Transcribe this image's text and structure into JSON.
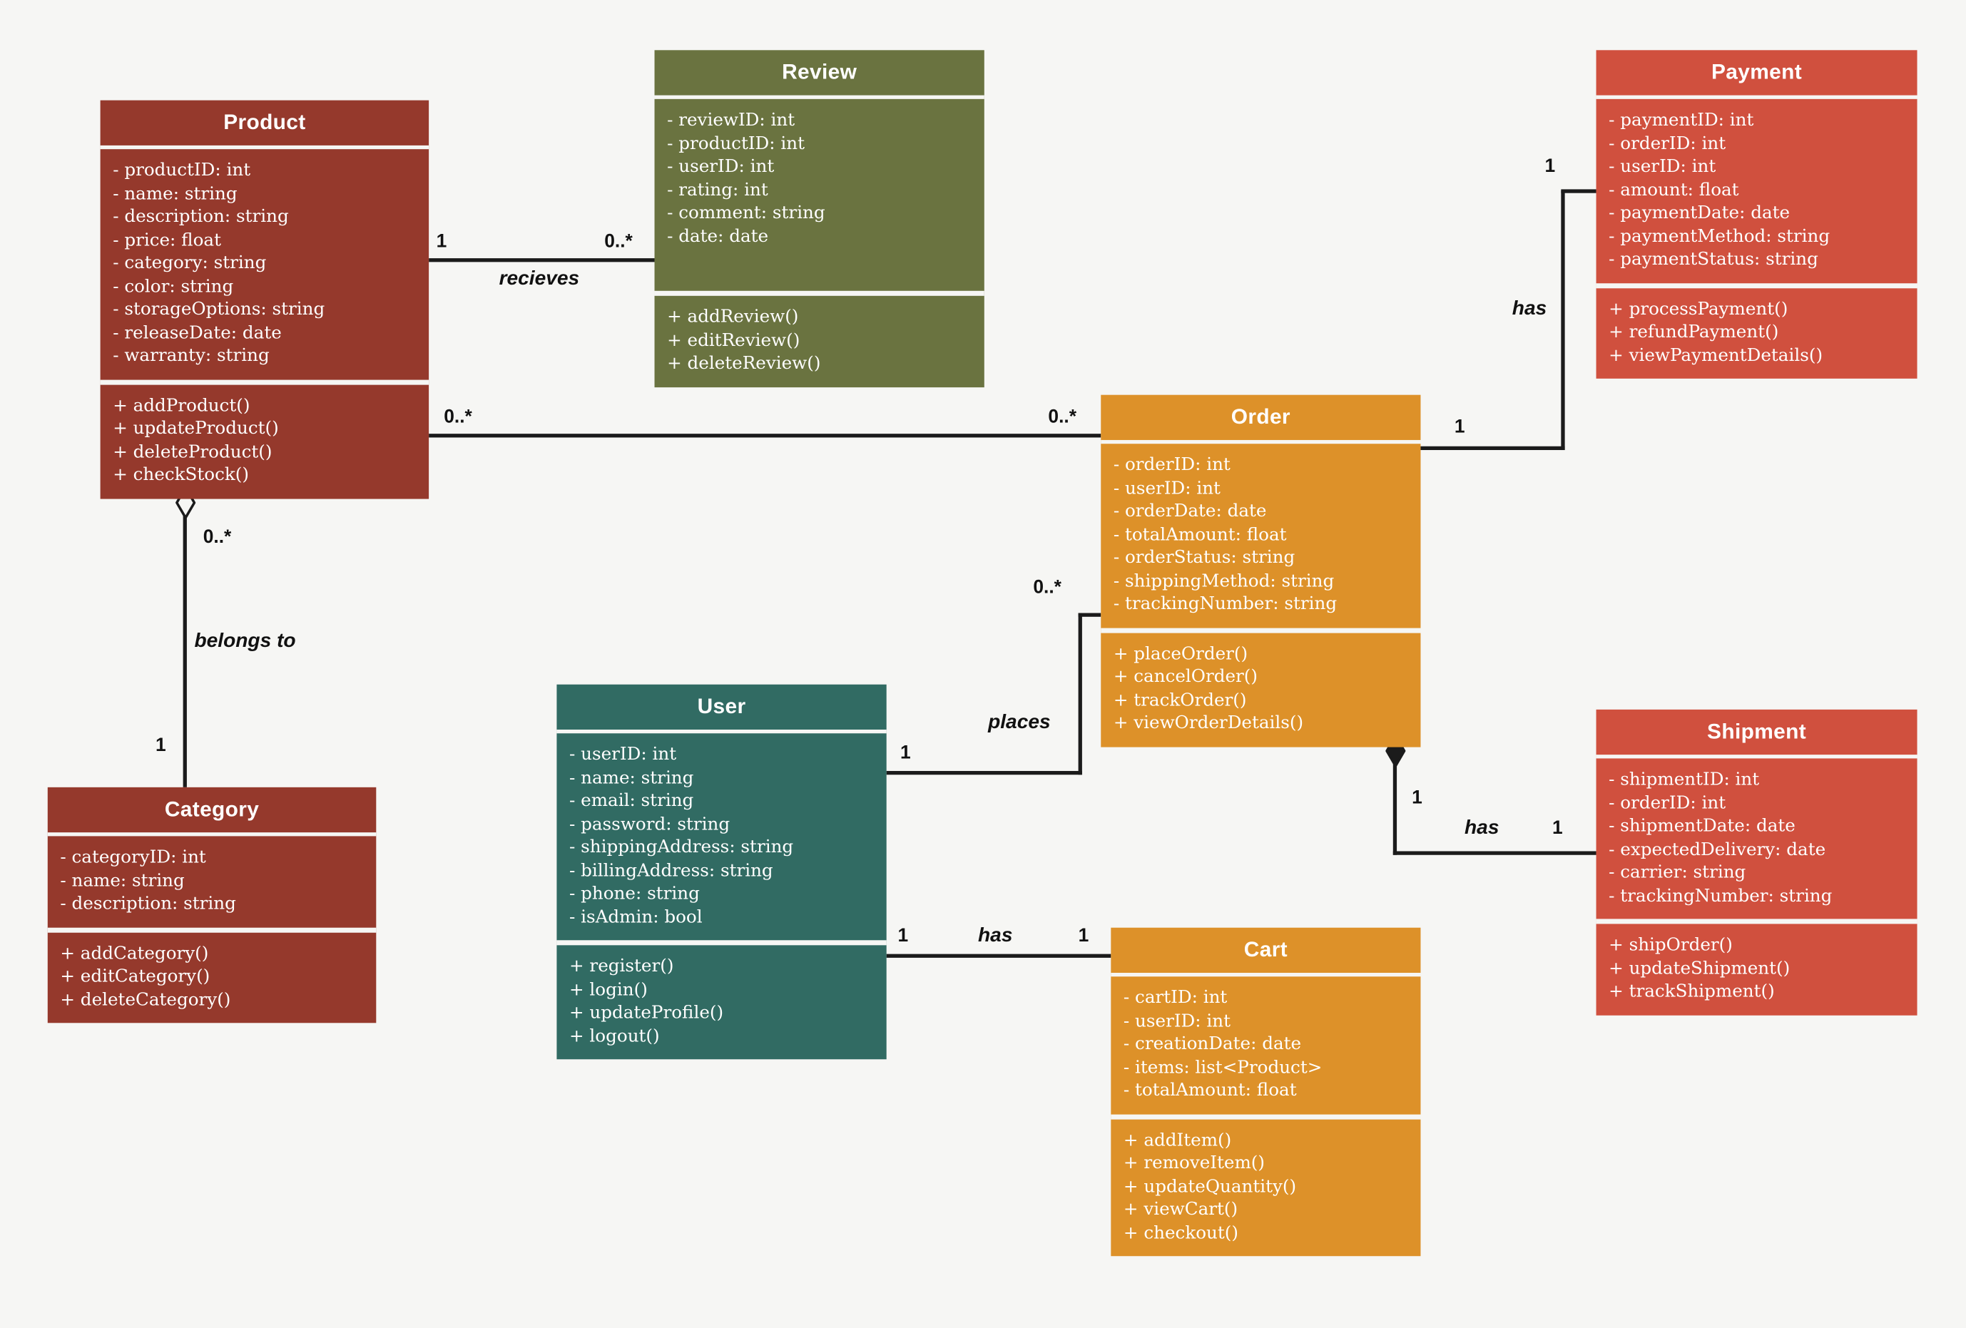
{
  "palette": {
    "background": "#f6f6f4",
    "maroon": "#95392c",
    "olive": "#6a7340",
    "vermillion": "#d0503e",
    "orange": "#dd9129",
    "teal": "#316b63",
    "line": "#1b1b1b"
  },
  "classes": {
    "product": {
      "title": "Product",
      "color": "#95392c",
      "attributes": [
        "- productID: int",
        "- name: string",
        "- description: string",
        "- price: float",
        "- category: string",
        "- color: string",
        "- storageOptions: string",
        "- releaseDate: date",
        "- warranty: string"
      ],
      "methods": [
        "+ addProduct()",
        "+ updateProduct()",
        "+ deleteProduct()",
        "+ checkStock()"
      ]
    },
    "review": {
      "title": "Review",
      "color": "#6a7340",
      "attributes": [
        "- reviewID: int",
        "- productID: int",
        "- userID: int",
        "- rating: int",
        "- comment: string",
        "- date: date"
      ],
      "methods": [
        "+ addReview()",
        "+ editReview()",
        "+ deleteReview()"
      ]
    },
    "payment": {
      "title": "Payment",
      "color": "#d0503e",
      "attributes": [
        "- paymentID: int",
        "- orderID: int",
        "- userID: int",
        "- amount: float",
        "- paymentDate: date",
        "- paymentMethod: string",
        "- paymentStatus: string"
      ],
      "methods": [
        "+ processPayment()",
        "+ refundPayment()",
        "+ viewPaymentDetails()"
      ]
    },
    "order": {
      "title": "Order",
      "color": "#dd9129",
      "attributes": [
        "- orderID: int",
        "- userID: int",
        "- orderDate: date",
        "- totalAmount: float",
        "- orderStatus: string",
        "- shippingMethod: string",
        "- trackingNumber: string"
      ],
      "methods": [
        "+ placeOrder()",
        "+ cancelOrder()",
        "+ trackOrder()",
        "+ viewOrderDetails()"
      ]
    },
    "user": {
      "title": "User",
      "color": "#316b63",
      "attributes": [
        "- userID: int",
        "- name: string",
        "- email: string",
        "- password: string",
        "- shippingAddress: string",
        "- billingAddress: string",
        "- phone: string",
        "- isAdmin: bool"
      ],
      "methods": [
        "+ register()",
        "+ login()",
        "+ updateProfile()",
        "+ logout()"
      ]
    },
    "category": {
      "title": "Category",
      "color": "#95392c",
      "attributes": [
        "- categoryID: int",
        "- name: string",
        "- description: string"
      ],
      "methods": [
        "+ addCategory()",
        "+ editCategory()",
        "+ deleteCategory()"
      ]
    },
    "cart": {
      "title": "Cart",
      "color": "#dd9129",
      "attributes": [
        "- cartID: int",
        "- userID: int",
        "- creationDate: date",
        "- items: list<Product>",
        "- totalAmount: float"
      ],
      "methods": [
        "+ addItem()",
        "+ removeItem()",
        "+ updateQuantity()",
        "+ viewCart()",
        "+ checkout()"
      ]
    },
    "shipment": {
      "title": "Shipment",
      "color": "#d0503e",
      "attributes": [
        "- shipmentID: int",
        "- orderID: int",
        "- shipmentDate: date",
        "- expectedDelivery: date",
        "- carrier: string",
        "- trackingNumber: string"
      ],
      "methods": [
        "+ shipOrder()",
        "+ updateShipment()",
        "+ trackShipment()"
      ]
    }
  },
  "relationships": {
    "product_review": {
      "label": "recieves",
      "mult_product": "1",
      "mult_review": "0..*"
    },
    "product_order": {
      "mult_product": "0..*",
      "mult_order": "0..*"
    },
    "product_category": {
      "label": "belongs to",
      "mult_product": "0..*",
      "mult_category": "1",
      "end_style": "open-diamond"
    },
    "user_order": {
      "label": "places",
      "mult_user": "1",
      "mult_order": "0..*"
    },
    "user_cart": {
      "label": "has",
      "mult_user": "1",
      "mult_cart": "1"
    },
    "order_payment": {
      "label": "has",
      "mult_order": "1",
      "mult_payment": "1"
    },
    "order_shipment": {
      "label": "has",
      "mult_order": "1",
      "mult_shipment": "1",
      "end_style": "filled-diamond"
    }
  }
}
